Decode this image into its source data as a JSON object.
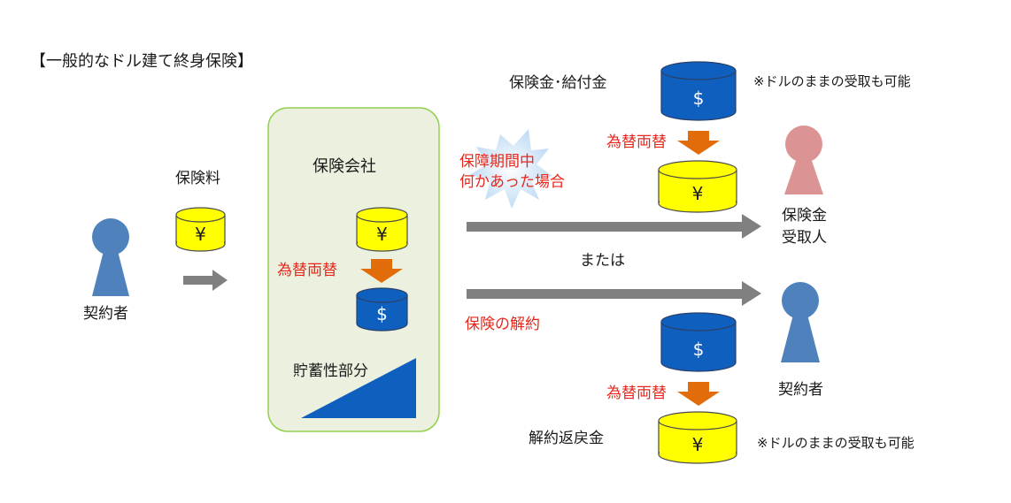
{
  "title": "【一般的なドル建て終身保険】",
  "labels": {
    "premium": "保険料",
    "contractor_left": "契約者",
    "insurance_company": "保険会社",
    "exchange": "為替両替",
    "savings_portion": "貯蓄性部分",
    "event_line1": "保障期間中",
    "event_line2": "何かあった場合",
    "or": "または",
    "cancellation": "保険の解約",
    "benefit": "保険金･給付金",
    "dollar_note": "※ドルのままの受取も可能",
    "beneficiary_line1": "保険金",
    "beneficiary_line2": "受取人",
    "contractor_right": "契約者",
    "surrender_value": "解約返戻金"
  },
  "symbols": {
    "yen": "¥",
    "dollar": "$"
  },
  "colors": {
    "yen_coin": "#ffff00",
    "dollar_coin": "#0f5fbf",
    "arrow_gray": "#808080",
    "exchange_arrow": "#e36c0a",
    "person_blue": "#4f81bd",
    "person_pink": "#dc9393",
    "company_box_fill": "#ebf1de",
    "company_box_border": "#92d050",
    "red_text": "#e8261c",
    "burst": "#cfe4f7"
  }
}
